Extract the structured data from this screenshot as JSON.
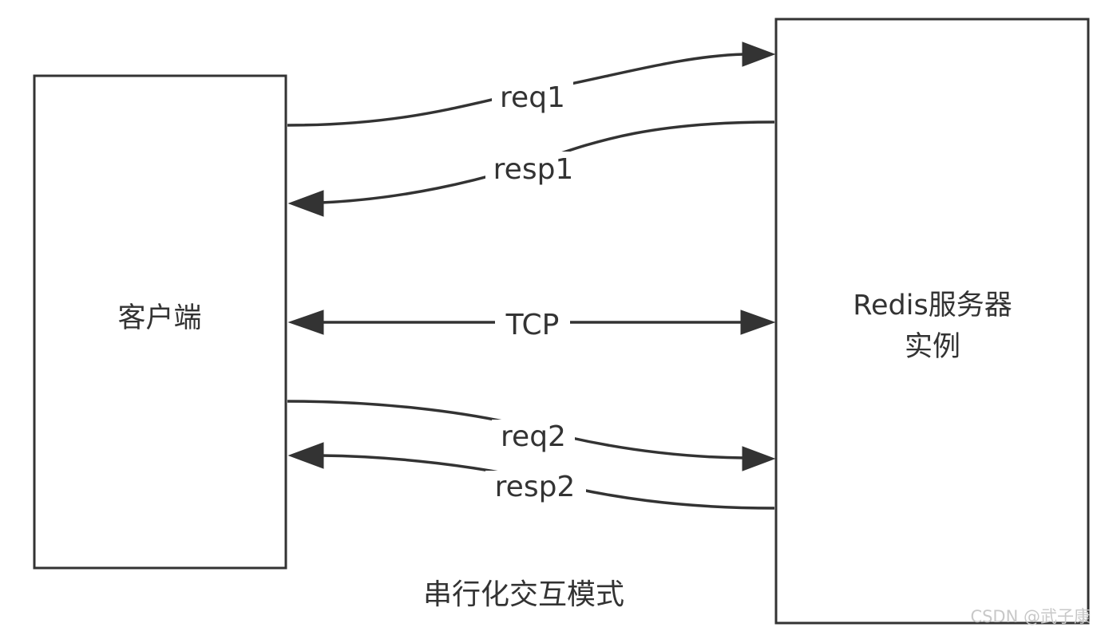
{
  "nodes": {
    "client": {
      "label": "客户端"
    },
    "server": {
      "label_line1": "Redis服务器",
      "label_line2": "实例"
    }
  },
  "edges": {
    "req1": {
      "label": "req1",
      "direction": "client-to-server"
    },
    "resp1": {
      "label": "resp1",
      "direction": "server-to-client"
    },
    "tcp": {
      "label": "TCP",
      "direction": "bidirectional"
    },
    "req2": {
      "label": "req2",
      "direction": "client-to-server"
    },
    "resp2": {
      "label": "resp2",
      "direction": "server-to-client"
    }
  },
  "caption": "串行化交互模式",
  "watermark": "CSDN @武子康",
  "colors": {
    "stroke": "#333333",
    "background": "#ffffff",
    "watermark": "#c8c8c8"
  }
}
